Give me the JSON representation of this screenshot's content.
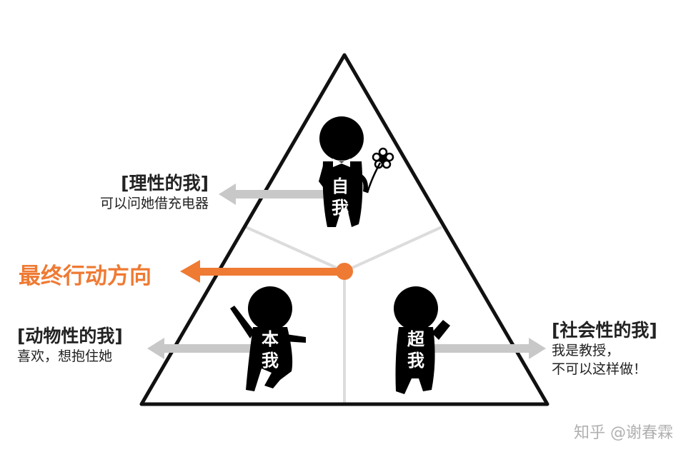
{
  "ego": {
    "figure_text_top": "自",
    "figure_text_bottom": "我",
    "heading": "[理性的我]",
    "sub": "可以问她借充电器"
  },
  "id": {
    "figure_text_top": "本",
    "figure_text_bottom": "我",
    "heading": "[动物性的我]",
    "sub": "喜欢，想抱住她"
  },
  "superego": {
    "figure_text_top": "超",
    "figure_text_bottom": "我",
    "heading": "[社会性的我]",
    "sub_line1": "我是教授，",
    "sub_line2": "不可以这样做！"
  },
  "final_direction": "最终行动方向",
  "watermark": "知乎 @谢春霖",
  "colors": {
    "accent": "#ef7a33",
    "arrow_gray": "#c8c8c8",
    "line_gray": "#dcdcdc",
    "outline": "#111111",
    "figure": "#000000"
  }
}
